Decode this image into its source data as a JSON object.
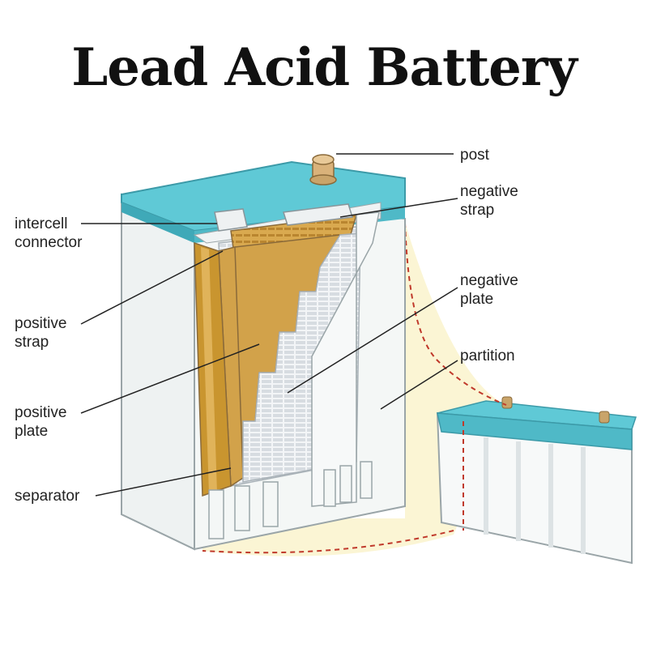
{
  "title": "Lead Acid Battery",
  "labels": {
    "post": "post",
    "negative_strap": "negative\nstrap",
    "negative_plate": "negative\nplate",
    "partition": "partition",
    "intercell_connector": "intercell\nconnector",
    "positive_strap": "positive\nstrap",
    "positive_plate": "positive\nplate",
    "separator": "separator"
  },
  "colors": {
    "lid": "#5fc9d6",
    "lid_dark": "#3fa9b8",
    "case": "#f4f7f6",
    "plate_gold": "#d2a24a",
    "plate_gold_dark": "#a97a2a",
    "grid": "#dfe3e6",
    "glow": "#fbf5d4",
    "dashed_line": "#c0392b"
  }
}
